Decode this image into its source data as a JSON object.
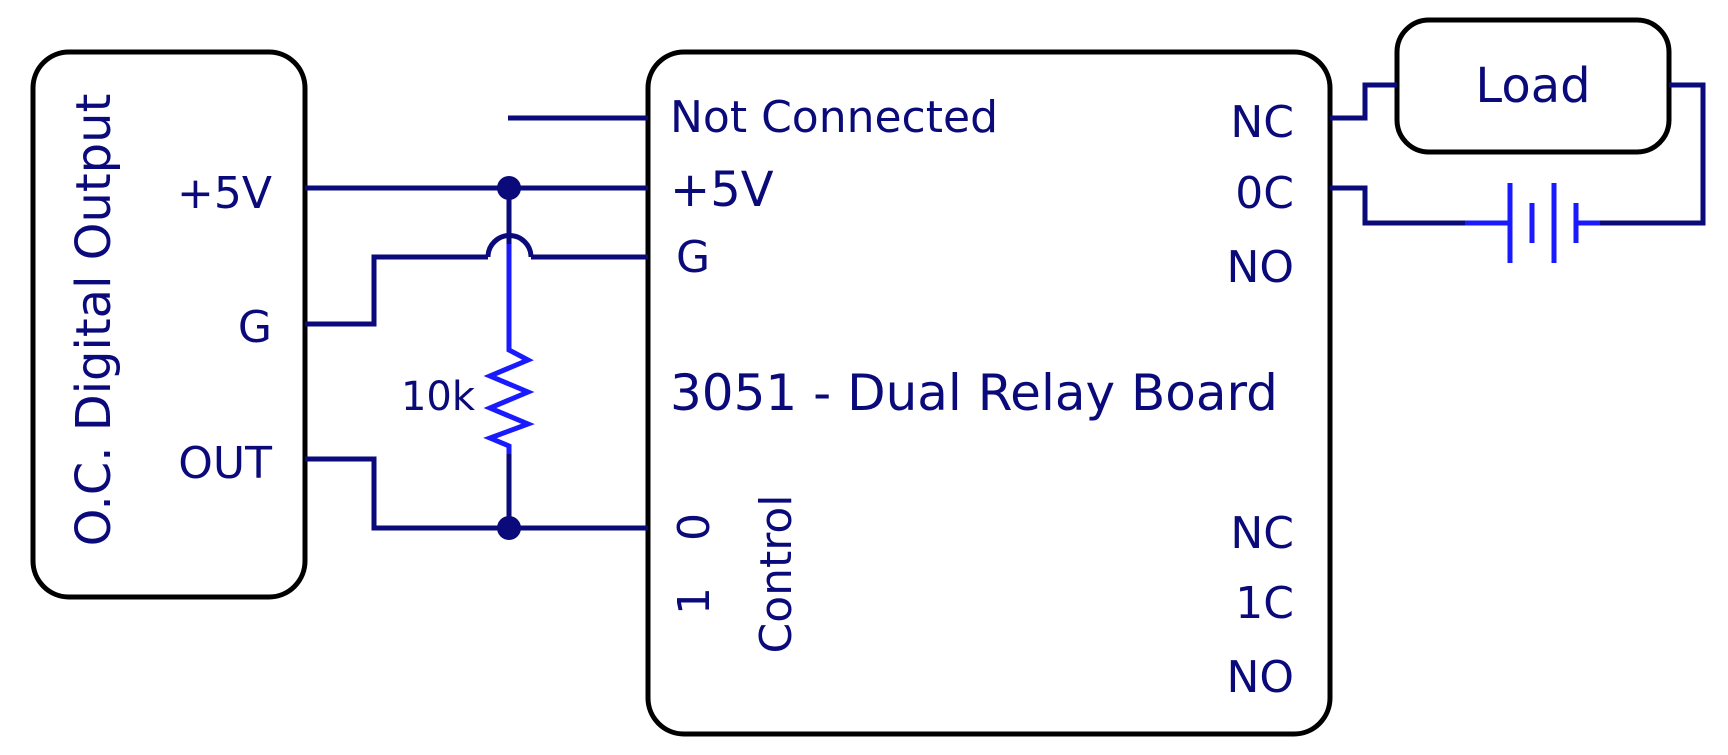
{
  "colors": {
    "wire": "#0a0a7a",
    "component": "#1a1aff",
    "outline": "#000000",
    "text": "#0a0a7a"
  },
  "left_module": {
    "title": "O.C. Digital Output",
    "pins": {
      "vcc": "+5V",
      "gnd": "G",
      "out": "OUT"
    }
  },
  "resistor": {
    "value": "10k"
  },
  "relay_board": {
    "title": "3051 - Dual Relay Board",
    "left_pins": {
      "nc": "Not Connected",
      "vcc": "+5V",
      "gnd": "G",
      "ctrl0": "0",
      "ctrl1": "1"
    },
    "control_label": "Control",
    "relay0": {
      "nc": "NC",
      "common": "0C",
      "no": "NO"
    },
    "relay1": {
      "nc": "NC",
      "common": "1C",
      "no": "NO"
    }
  },
  "load": {
    "label": "Load"
  }
}
